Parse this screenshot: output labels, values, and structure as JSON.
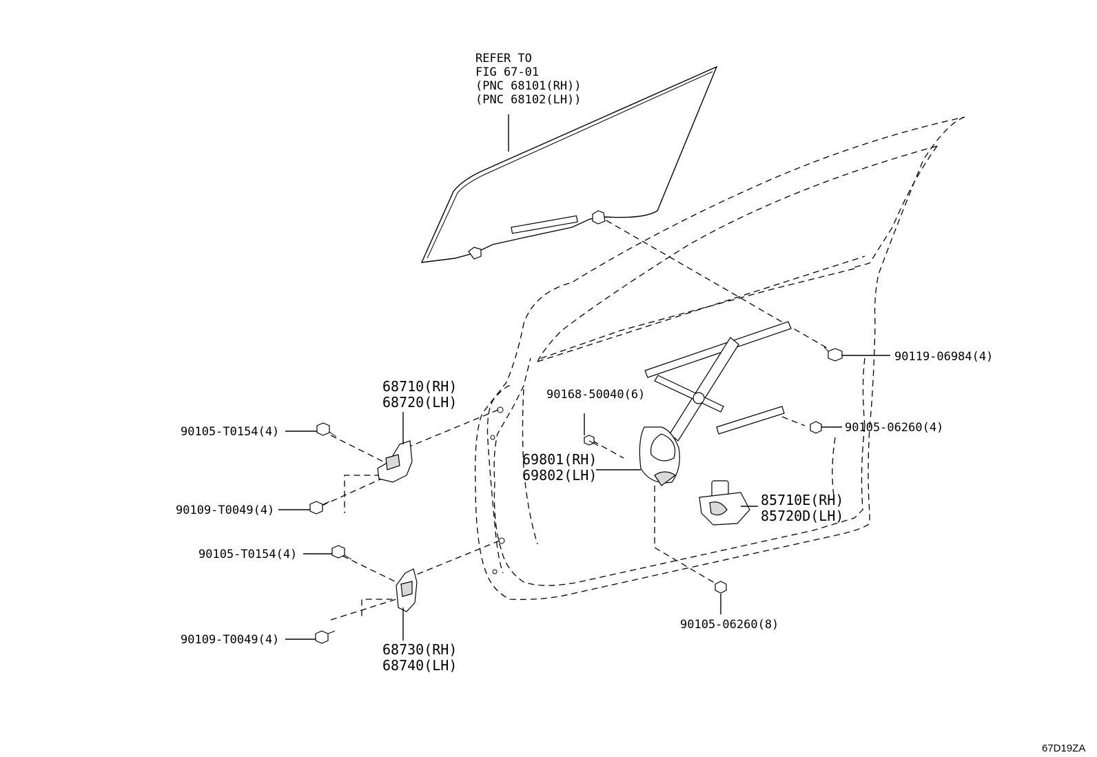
{
  "diagram_code": "67D19ZA",
  "glass_note": [
    "REFER TO",
    "FIG 67-01",
    "(PNC 68101(RH))",
    "(PNC 68102(LH))"
  ],
  "labels": {
    "bolt_90119": "90119-06984(4)",
    "bolt_90105_06260_4": "90105-06260(4)",
    "bolt_90105_06260_8": "90105-06260(8)",
    "bolt_90168": "90168-50040(6)",
    "upper_hinge_rh": "68710(RH)",
    "upper_hinge_lh": "68720(LH)",
    "lower_hinge_rh": "68730(RH)",
    "lower_hinge_lh": "68740(LH)",
    "regulator_rh": "69801(RH)",
    "regulator_lh": "69802(LH)",
    "motor_rh": "85710E(RH)",
    "motor_lh": "85720D(LH)",
    "upper_bolt_a": "90105-T0154(4)",
    "upper_bolt_b": "90109-T0049(4)",
    "lower_bolt_a": "90105-T0154(4)",
    "lower_bolt_b": "90109-T0049(4)"
  }
}
